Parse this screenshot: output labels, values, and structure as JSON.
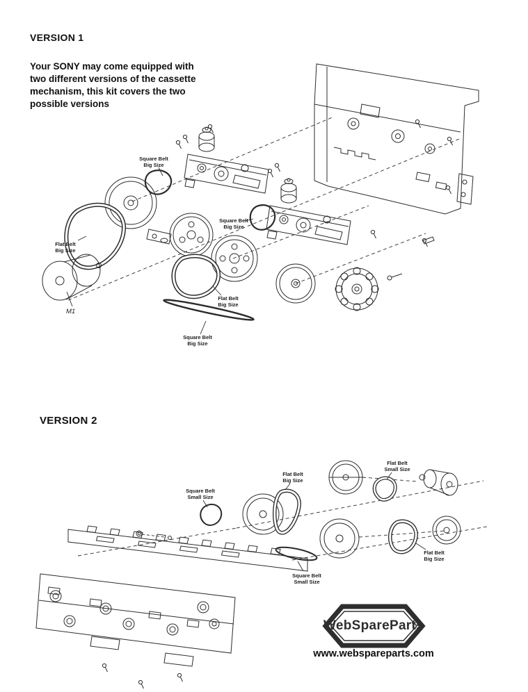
{
  "colors": {
    "ink": "#2b2b2b",
    "background": "#ffffff"
  },
  "version1": {
    "heading": "VERSION 1",
    "description": "Your SONY may come equipped with two different versions of the cassette mechanism, this kit covers the two possible versions",
    "labels": [
      {
        "line1": "Square Belt",
        "line2": "Big Size"
      },
      {
        "line1": "Flat Belt",
        "line2": "Big Size"
      },
      {
        "line1": "Square Belt",
        "line2": "Big Size"
      },
      {
        "line1": "Flat Belt",
        "line2": "Big Size"
      },
      {
        "line1": "Square Belt",
        "line2": "Big Size"
      }
    ],
    "motor_label": "M1"
  },
  "version2": {
    "heading": "VERSION 2",
    "labels": [
      {
        "line1": "Square Belt",
        "line2": "Small Size"
      },
      {
        "line1": "Flat Belt",
        "line2": "Big Size"
      },
      {
        "line1": "Flat Belt",
        "line2": "Small Size"
      },
      {
        "line1": "Square Belt",
        "line2": "Small Size"
      },
      {
        "line1": "Flat Belt",
        "line2": "Big Size"
      }
    ]
  },
  "branding": {
    "logo_text": "WebSpareParts",
    "website": "www.webspareparts.com"
  }
}
